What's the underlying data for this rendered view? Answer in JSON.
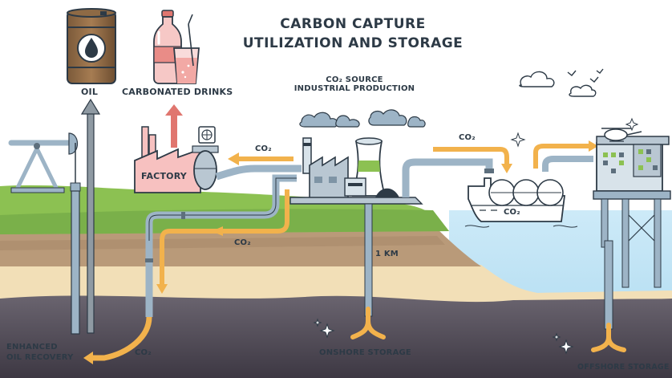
{
  "title": {
    "line1": "CARBON CAPTURE",
    "line2": "UTILIZATION AND STORAGE"
  },
  "labels": {
    "oil": "OIL",
    "carbonated_drinks": "CARBONATED DRINKS",
    "co2_source_line1": "CO₂ SOURCE",
    "co2_source_line2": "INDUSTRIAL PRODUCTION",
    "factory": "FACTORY",
    "co2_to_factory": "CO₂",
    "co2_to_ship": "CO₂",
    "co2_ship_hull": "CO₂",
    "co2_underground": "CO₂",
    "co2_eor": "CO₂",
    "depth": "1 KM",
    "eor_line1": "ENHANCED",
    "eor_line2": "OIL RECOVERY",
    "onshore_storage": "ONSHORE STORAGE",
    "offshore_storage": "OFFSHORE STORAGE"
  },
  "colors": {
    "arrow_orange": "#f2b24c",
    "arrow_red": "#e0766f",
    "pipe": "#9db4c6",
    "grass": "#8cc152",
    "soil": "#b99a79",
    "sand": "#f2dfb7",
    "rock": "#524c57",
    "sea": "#bfe3f5",
    "text": "#2d3a46"
  },
  "icons": [
    "oil-barrel-icon",
    "soda-bottle-icon",
    "drink-glass-icon",
    "pumpjack-icon",
    "factory-icon",
    "power-plant-icon",
    "tanker-ship-icon",
    "offshore-platform-icon",
    "helicopter-icon",
    "cloud-icon",
    "bird-icon",
    "sparkle-icon"
  ]
}
